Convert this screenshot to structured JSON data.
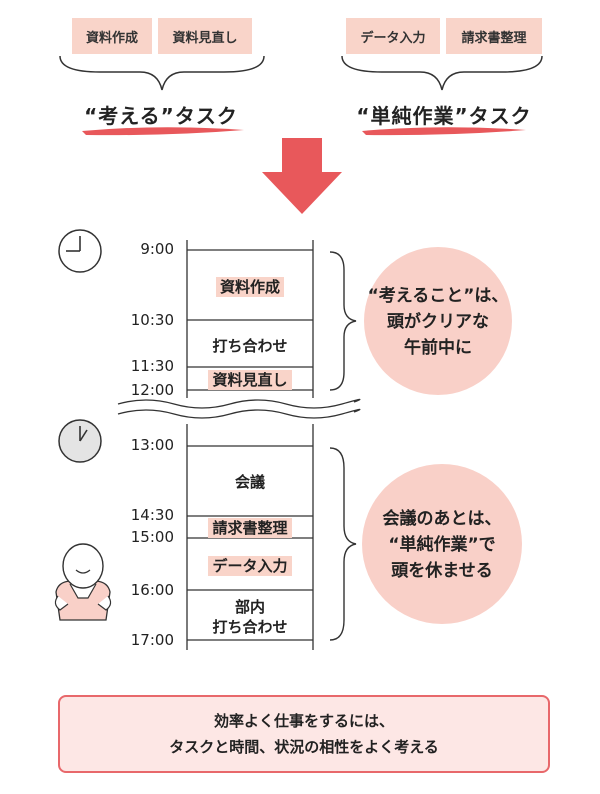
{
  "top_left": {
    "tags": [
      "資料作成",
      "資料見直し"
    ],
    "caption": "“考える”タスク"
  },
  "top_right": {
    "tags": [
      "データ入力",
      "請求書整理"
    ],
    "caption": "“単純作業”タスク"
  },
  "schedule_morning": {
    "times": [
      "9:00",
      "10:30",
      "11:30",
      "12:00"
    ],
    "slots": [
      "資料作成",
      "打ち合わせ",
      "資料見直し"
    ],
    "note": [
      "“考えること”は、",
      "頭がクリアな",
      "午前中に"
    ]
  },
  "schedule_afternoon": {
    "times": [
      "13:00",
      "14:30",
      "15:00",
      "16:00",
      "17:00"
    ],
    "slots": [
      "会議",
      "請求書整理",
      "データ入力",
      "部内",
      "打ち合わせ"
    ],
    "note": [
      "会議のあとは、",
      "“単純作業”で",
      "頭を休ませる"
    ]
  },
  "summary": {
    "line1": "効率よく仕事をするには、",
    "line2": "タスクと時間、状況の相性をよく考える"
  },
  "colors": {
    "accent_red": "#e8585b",
    "tag_fill": "#f9d4c9",
    "circle_fill": "#f9d0c8"
  }
}
